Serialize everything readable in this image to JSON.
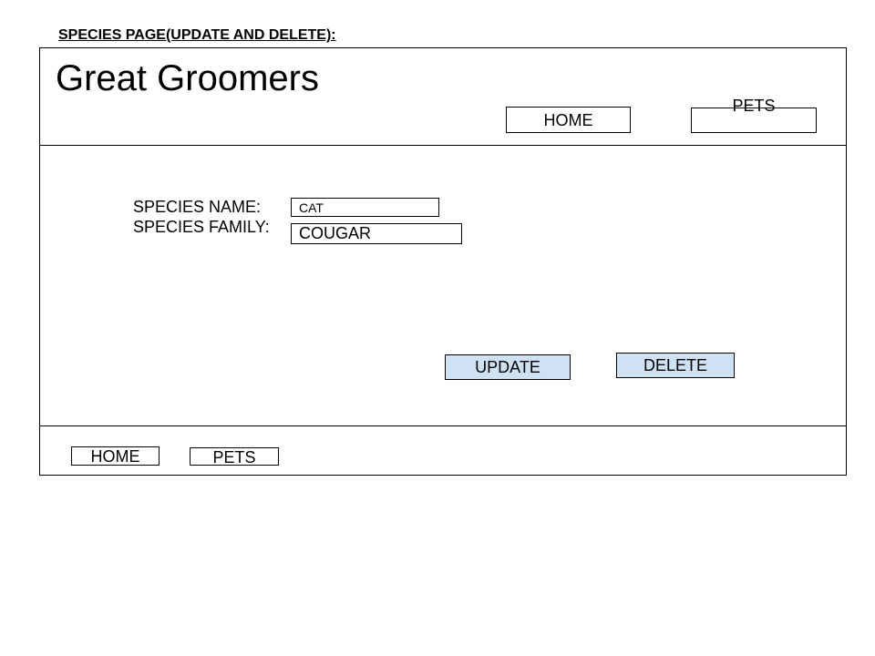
{
  "page_heading": "SPECIES PAGE(UPDATE AND DELETE):",
  "header": {
    "brand": "Great Groomers",
    "nav": {
      "home_label": "HOME",
      "pets_label": "PETS"
    }
  },
  "form": {
    "species_name_label": "SPECIES NAME:",
    "species_name_value": "CAT",
    "species_family_label": "SPECIES FAMILY:",
    "species_family_value": "COUGAR"
  },
  "actions": {
    "update_label": "UPDATE",
    "delete_label": "DELETE"
  },
  "footer": {
    "nav": {
      "home_label": "HOME",
      "pets_label": "PETS"
    }
  },
  "colors": {
    "action_button_fill": "#cfe2f3",
    "border": "#000000"
  }
}
